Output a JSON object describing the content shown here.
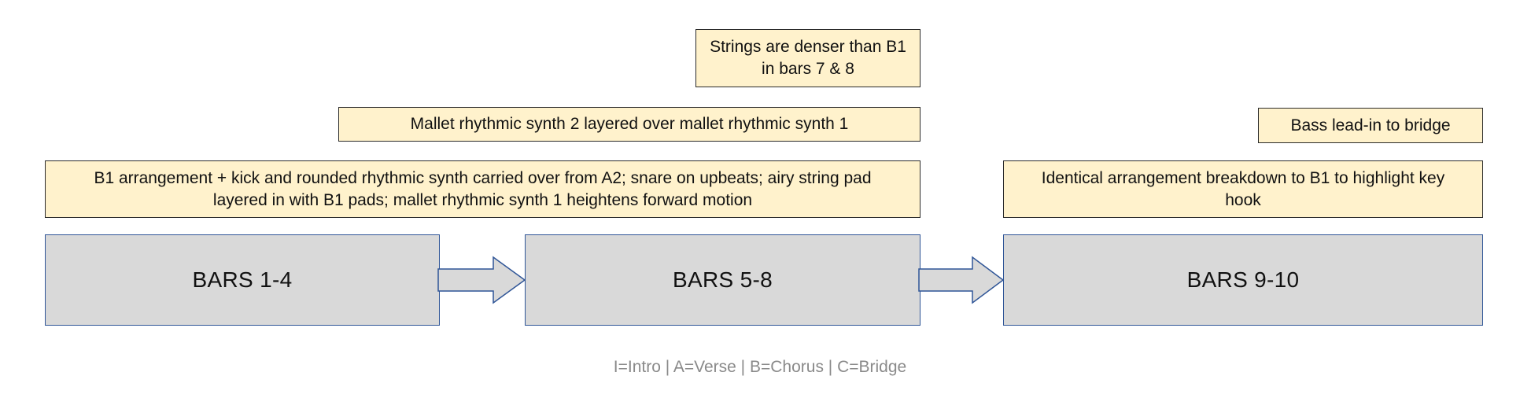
{
  "notes": {
    "strings_denser": "Strings are denser than B1 in bars 7 & 8",
    "mallet_layered": "Mallet rhythmic synth 2 layered over mallet rhythmic synth 1",
    "bass_lead_in": "Bass lead-in to bridge",
    "b1_arrangement": "B1 arrangement + kick and rounded rhythmic synth carried over from A2; snare on upbeats; airy string pad layered in with B1 pads; mallet rhythmic synth 1 heightens forward motion",
    "identical_arrangement": "Identical arrangement breakdown to B1 to highlight key hook"
  },
  "bars": [
    {
      "label": "BARS 1-4"
    },
    {
      "label": "BARS 5-8"
    },
    {
      "label": "BARS 9-10"
    }
  ],
  "legend": "I=Intro | A=Verse | B=Chorus | C=Bridge",
  "colors": {
    "note_fill": "#fff2cc",
    "note_border": "#2b2b2b",
    "bar_fill": "#d9d9d9",
    "bar_border": "#2f5597",
    "legend_text": "#8a8a8a"
  }
}
